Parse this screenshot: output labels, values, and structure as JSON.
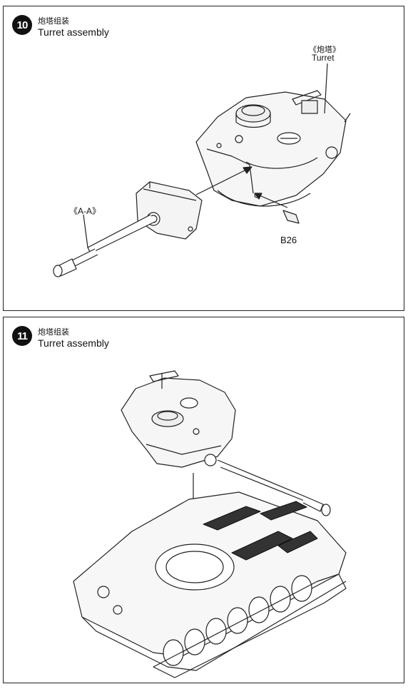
{
  "steps": [
    {
      "number": "10",
      "title_cn": "炮塔组装",
      "title_en": "Turret assembly",
      "callouts": {
        "turret_cn": "《炮塔》",
        "turret_en": "Turret",
        "gun_subassembly": "《A-A》",
        "part": "B26"
      }
    },
    {
      "number": "11",
      "title_cn": "炮塔组装",
      "title_en": "Turret assembly"
    }
  ]
}
